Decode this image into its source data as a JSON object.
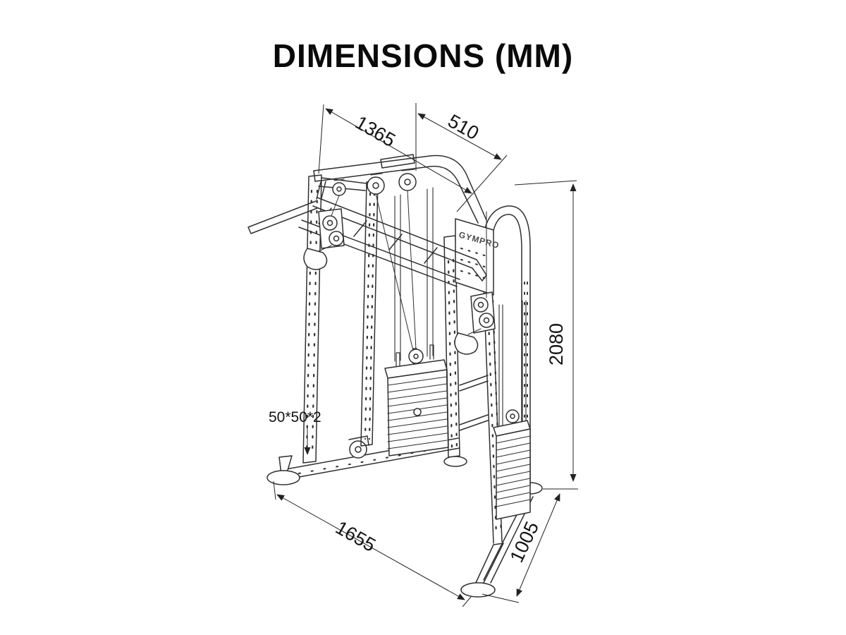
{
  "page": {
    "title": "DIMENSIONS (MM)"
  },
  "diagram": {
    "brand_label": "GYMPRO",
    "dims": {
      "top_width": "1365",
      "top_depth": "510",
      "height": "2080",
      "tube_spec": "50*50*2",
      "base_width": "1655",
      "base_depth": "1005"
    }
  }
}
